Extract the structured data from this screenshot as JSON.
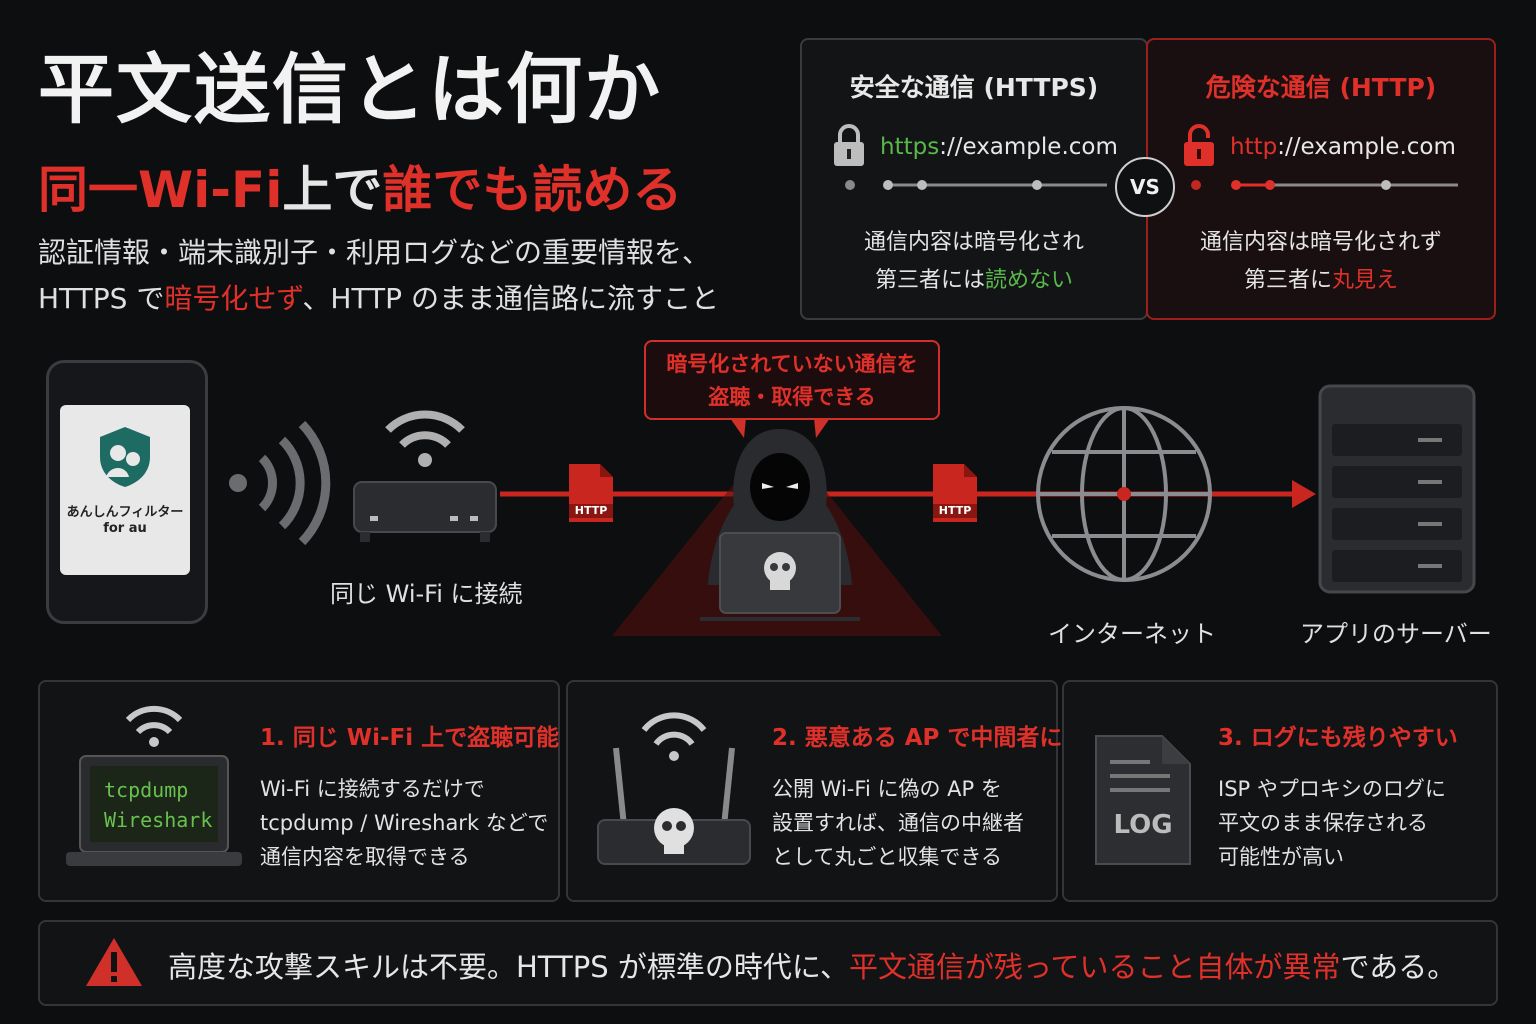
{
  "title": "平文送信とは何か",
  "subtitle": {
    "p1": "同一Wi-Fi",
    "p2": "上で",
    "p3": "誰でも読める"
  },
  "desc": {
    "line1": "認証情報・端末識別子・利用ログなどの重要情報を、",
    "line2a": "HTTPS で",
    "line2b": "暗号化せず",
    "line2c": "、HTTP のまま通信路に流すこと"
  },
  "compare": {
    "safe": {
      "heading": "安全な通信 (HTTPS)",
      "url_scheme": "https",
      "url_rest": "://example.com",
      "body1": "通信内容は暗号化され",
      "body2a": "第三者には",
      "body2b": "読めない"
    },
    "vs": "VS",
    "danger": {
      "heading": "危険な通信 (HTTP)",
      "url_scheme": "http",
      "url_rest": "://example.com",
      "body1": "通信内容は暗号化されず",
      "body2a": "第三者に",
      "body2b": "丸見え"
    }
  },
  "diagram": {
    "phone_app_line1": "あんしんフィルター",
    "phone_app_line2": "for au",
    "router_caption": "同じ Wi-Fi に接続",
    "bubble_line1": "暗号化されていない通信を",
    "bubble_line2": "盗聴・取得できる",
    "packet_label": "HTTP",
    "internet_caption": "インターネット",
    "server_caption": "アプリのサーバー"
  },
  "cards": [
    {
      "title": "1. 同じ Wi-Fi 上で盗聴可能",
      "screen1": "tcpdump",
      "screen2": "Wireshark",
      "lines": [
        "Wi-Fi に接続するだけで",
        "tcpdump / Wireshark などで",
        "通信内容を取得できる"
      ]
    },
    {
      "title": "2. 悪意ある AP で中間者に",
      "lines": [
        "公開 Wi-Fi に偽の AP を",
        "設置すれば、通信の中継者",
        "として丸ごと収集できる"
      ]
    },
    {
      "title": "3. ログにも残りやすい",
      "doc_label": "LOG",
      "lines": [
        "ISP やプロキシのログに",
        "平文のまま保存される",
        "可能性が高い"
      ]
    }
  ],
  "warning": {
    "text_a": "高度な攻撃スキルは不要。HTTPS が標準の時代に、",
    "text_b": "平文通信が残っていること自体が異常",
    "text_c": "である。"
  },
  "colors": {
    "accent_red": "#e0302a",
    "safe_green": "#58b94a",
    "background": "#0d0e10"
  }
}
